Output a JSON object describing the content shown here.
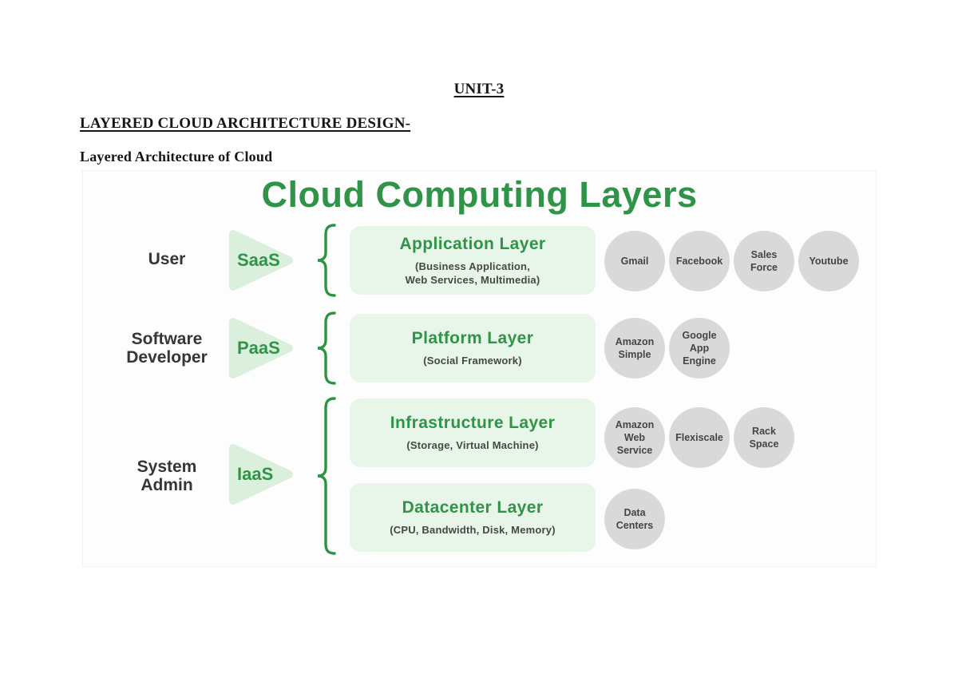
{
  "document": {
    "unit_heading": "UNIT-3",
    "main_heading": "LAYERED CLOUD ARCHITECTURE DESIGN-",
    "sub_heading": "Layered Architecture of Cloud"
  },
  "diagram": {
    "title": "Cloud Computing Layers",
    "groups": [
      {
        "role": "User",
        "service": "SaaS"
      },
      {
        "role": "Software\nDeveloper",
        "service": "PaaS"
      },
      {
        "role": "System\nAdmin",
        "service": "IaaS"
      }
    ],
    "layers": [
      {
        "title": "Application Layer",
        "subtitle": "(Business Application,\nWeb Services, Multimedia)",
        "examples": [
          "Gmail",
          "Facebook",
          "Sales\nForce",
          "Youtube"
        ]
      },
      {
        "title": "Platform Layer",
        "subtitle": "(Social Framework)",
        "examples": [
          "Amazon\nSimple",
          "Google\nApp\nEngine"
        ]
      },
      {
        "title": "Infrastructure Layer",
        "subtitle": "(Storage, Virtual Machine)",
        "examples": [
          "Amazon\nWeb\nService",
          "Flexiscale",
          "Rack\nSpace"
        ]
      },
      {
        "title": "Datacenter Layer",
        "subtitle": "(CPU, Bandwidth, Disk, Memory)",
        "examples": [
          "Data\nCenters"
        ]
      }
    ],
    "colors": {
      "green": "#2f9447",
      "light_green_box": "#e7f6e9",
      "light_green_triangle": "#dbefdd",
      "circle_gray": "#d9d9d9",
      "text_dark": "#3d3d3d"
    }
  }
}
